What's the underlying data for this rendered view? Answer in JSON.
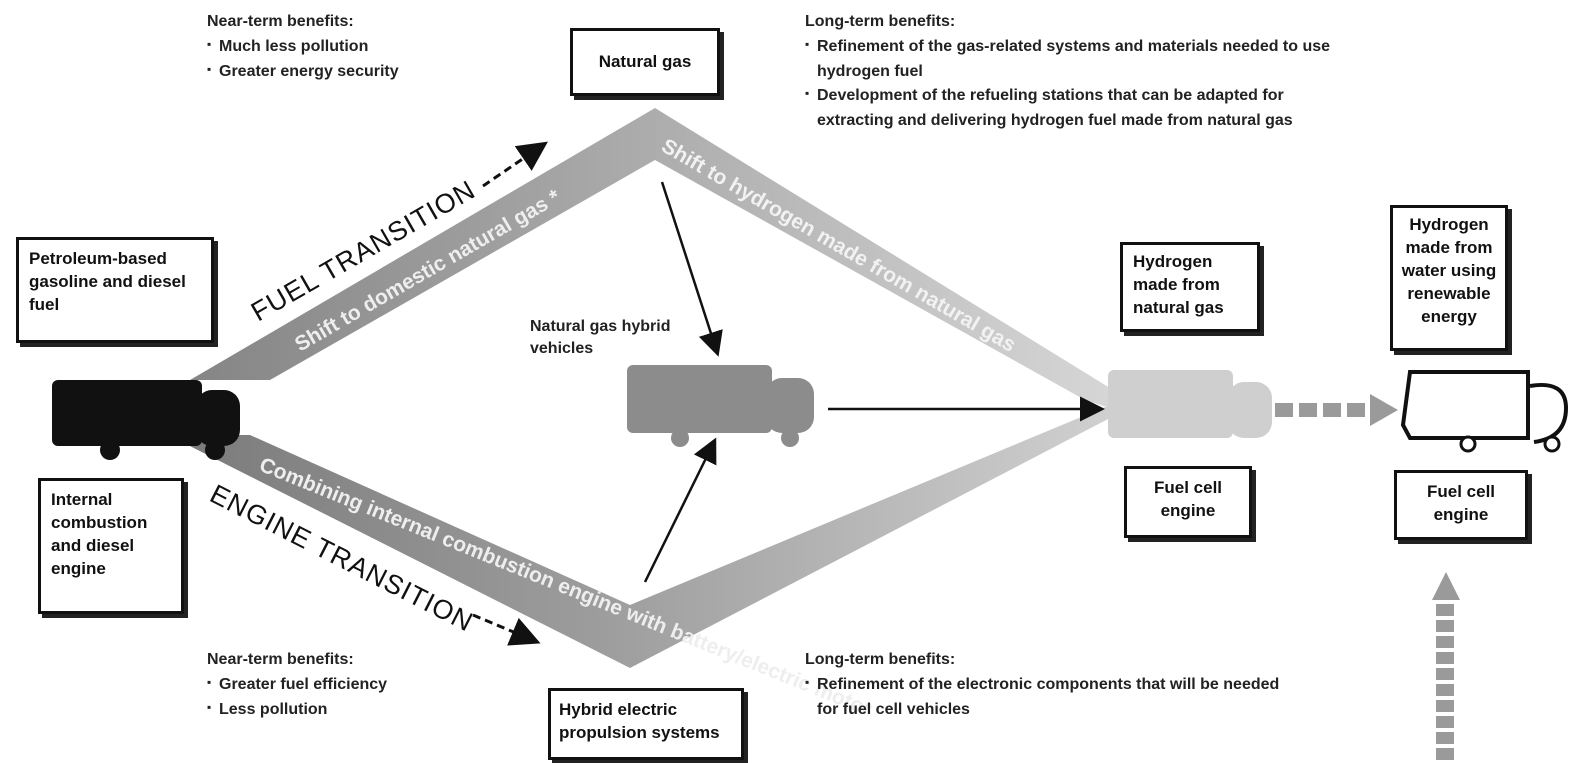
{
  "boxes": {
    "petroleum": "Petroleum-based gasoline and diesel fuel",
    "ice_engine": "Internal combustion and diesel engine",
    "natural_gas": "Natural gas",
    "hydrogen_natural_gas": "Hydrogen made from natural gas",
    "hydrogen_renewable": "Hydrogen made from water using renewable energy",
    "fuel_cell_1": "Fuel cell engine",
    "fuel_cell_2": "Fuel cell engine",
    "hybrid_propulsion": "Hybrid electric propulsion systems"
  },
  "labels": {
    "ng_hybrid_vehicles": "Natural gas hybrid vehicles",
    "fuel_transition": "FUEL TRANSITION",
    "engine_transition": "ENGINE TRANSITION",
    "shift_domestic": "Shift to domestic natural gas *",
    "shift_hydrogen": "Shift to hydrogen made from natural gas",
    "combining": "Combining internal combustion engine with battery/electric motor"
  },
  "notes": {
    "top_left": {
      "heading": "Near-term benefits:",
      "items": [
        "Much less pollution",
        "Greater energy security"
      ]
    },
    "top_right": {
      "heading": "Long-term benefits:",
      "items": [
        "Refinement of the gas-related systems and materials needed to use hydrogen fuel",
        "Development of the refueling stations that can be adapted for extracting and delivering hydrogen fuel made from natural gas"
      ]
    },
    "bottom_left": {
      "heading": "Near-term benefits:",
      "items": [
        "Greater fuel efficiency",
        "Less pollution"
      ]
    },
    "bottom_right": {
      "heading": "Long-term benefits:",
      "items": [
        "Refinement of the electronic components that will be needed for fuel cell vehicles"
      ]
    }
  },
  "colors": {
    "band_dark": "#8a8a8a",
    "band_light": "#d4d4d4",
    "truck_black": "#111111",
    "truck_mid": "#8c8c8c",
    "truck_light": "#cfcfcf",
    "dashed_arrow": "#9a9a9a"
  }
}
